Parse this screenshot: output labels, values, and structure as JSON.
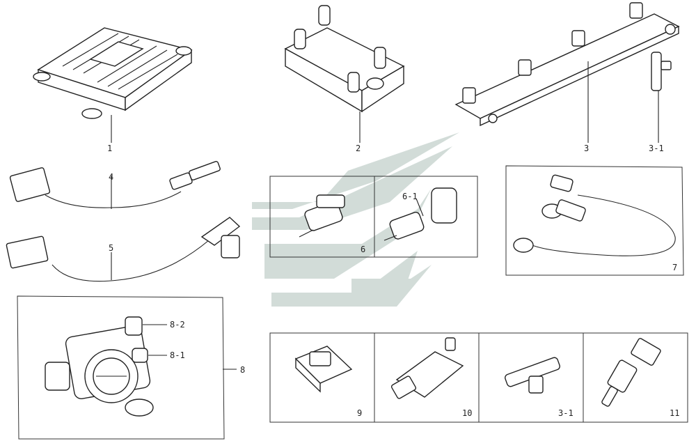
{
  "parts": {
    "p1": "1",
    "p2": "2",
    "p3": "3",
    "p3_1_top": "3-1",
    "p4": "4",
    "p5": "5",
    "p6": "6",
    "p6_1": "6-1",
    "p7": "7",
    "p8": "8",
    "p8_1": "8-1",
    "p8_2": "8-2",
    "p9": "9",
    "p10": "10",
    "p3_1_bottom": "3-1",
    "p11": "11"
  },
  "colors": {
    "watermark": "#b9c9c4",
    "line": "#222222"
  }
}
